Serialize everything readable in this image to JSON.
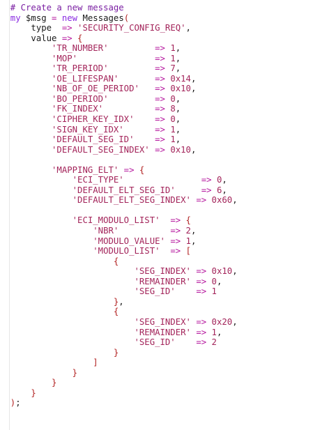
{
  "editor": {
    "background": "#ffffff",
    "colors": {
      "comment": "#7a1fa2",
      "keyword": "#8a2be2",
      "operator": "#b5179e",
      "string": "#a3245a",
      "bracket": "#b22222",
      "plain": "#1a1a1a"
    },
    "lines": [
      [
        {
          "c": "comment",
          "t": "  # Create a new message"
        }
      ],
      [
        {
          "c": "keyword",
          "t": "  my "
        },
        {
          "c": "var",
          "t": "$msg"
        },
        {
          "c": "op",
          "t": " = "
        },
        {
          "c": "keyword",
          "t": "new"
        },
        {
          "c": "plain",
          "t": " Messages"
        },
        {
          "c": "bracket",
          "t": "("
        }
      ],
      [
        {
          "c": "plain",
          "t": "      type  "
        },
        {
          "c": "op",
          "t": "=>"
        },
        {
          "c": "string",
          "t": " 'SECURITY_CONFIG_REQ'"
        },
        {
          "c": "plain",
          "t": ","
        }
      ],
      [
        {
          "c": "plain",
          "t": "      value "
        },
        {
          "c": "op",
          "t": "=>"
        },
        {
          "c": "bracket",
          "t": " {"
        }
      ],
      [
        {
          "c": "string",
          "t": "          'TR_NUMBER'"
        },
        {
          "c": "plain",
          "t": "         "
        },
        {
          "c": "op",
          "t": "=>"
        },
        {
          "c": "number",
          "t": " 1"
        },
        {
          "c": "plain",
          "t": ","
        }
      ],
      [
        {
          "c": "string",
          "t": "          'MOP'"
        },
        {
          "c": "plain",
          "t": "               "
        },
        {
          "c": "op",
          "t": "=>"
        },
        {
          "c": "number",
          "t": " 1"
        },
        {
          "c": "plain",
          "t": ","
        }
      ],
      [
        {
          "c": "string",
          "t": "          'TR_PERIOD'"
        },
        {
          "c": "plain",
          "t": "         "
        },
        {
          "c": "op",
          "t": "=>"
        },
        {
          "c": "number",
          "t": " 7"
        },
        {
          "c": "plain",
          "t": ","
        }
      ],
      [
        {
          "c": "string",
          "t": "          'OE_LIFESPAN'"
        },
        {
          "c": "plain",
          "t": "       "
        },
        {
          "c": "op",
          "t": "=>"
        },
        {
          "c": "number",
          "t": " 0x14"
        },
        {
          "c": "plain",
          "t": ","
        }
      ],
      [
        {
          "c": "string",
          "t": "          'NB_OF_OE_PERIOD'"
        },
        {
          "c": "plain",
          "t": "   "
        },
        {
          "c": "op",
          "t": "=>"
        },
        {
          "c": "number",
          "t": " 0x10"
        },
        {
          "c": "plain",
          "t": ","
        }
      ],
      [
        {
          "c": "string",
          "t": "          'BO_PERIOD'"
        },
        {
          "c": "plain",
          "t": "         "
        },
        {
          "c": "op",
          "t": "=>"
        },
        {
          "c": "number",
          "t": " 0"
        },
        {
          "c": "plain",
          "t": ","
        }
      ],
      [
        {
          "c": "string",
          "t": "          'FK_INDEX'"
        },
        {
          "c": "plain",
          "t": "          "
        },
        {
          "c": "op",
          "t": "=>"
        },
        {
          "c": "number",
          "t": " 8"
        },
        {
          "c": "plain",
          "t": ","
        }
      ],
      [
        {
          "c": "string",
          "t": "          'CIPHER_KEY_IDX'"
        },
        {
          "c": "plain",
          "t": "    "
        },
        {
          "c": "op",
          "t": "=>"
        },
        {
          "c": "number",
          "t": " 0"
        },
        {
          "c": "plain",
          "t": ","
        }
      ],
      [
        {
          "c": "string",
          "t": "          'SIGN_KEY_IDX'"
        },
        {
          "c": "plain",
          "t": "      "
        },
        {
          "c": "op",
          "t": "=>"
        },
        {
          "c": "number",
          "t": " 1"
        },
        {
          "c": "plain",
          "t": ","
        }
      ],
      [
        {
          "c": "string",
          "t": "          'DEFAULT_SEG_ID'"
        },
        {
          "c": "plain",
          "t": "    "
        },
        {
          "c": "op",
          "t": "=>"
        },
        {
          "c": "number",
          "t": " 1"
        },
        {
          "c": "plain",
          "t": ","
        }
      ],
      [
        {
          "c": "string",
          "t": "          'DEFAULT_SEG_INDEX'"
        },
        {
          "c": "plain",
          "t": " "
        },
        {
          "c": "op",
          "t": "=>"
        },
        {
          "c": "number",
          "t": " 0x10"
        },
        {
          "c": "plain",
          "t": ","
        }
      ],
      [
        {
          "c": "plain",
          "t": ""
        }
      ],
      [
        {
          "c": "string",
          "t": "          'MAPPING_ELT'"
        },
        {
          "c": "op",
          "t": " =>"
        },
        {
          "c": "bracket",
          "t": " {"
        }
      ],
      [
        {
          "c": "string",
          "t": "              'ECI_TYPE'"
        },
        {
          "c": "plain",
          "t": "               "
        },
        {
          "c": "op",
          "t": "=>"
        },
        {
          "c": "number",
          "t": " 0"
        },
        {
          "c": "plain",
          "t": ","
        }
      ],
      [
        {
          "c": "string",
          "t": "              'DEFAULT_ELT_SEG_ID'"
        },
        {
          "c": "plain",
          "t": "     "
        },
        {
          "c": "op",
          "t": "=>"
        },
        {
          "c": "number",
          "t": " 6"
        },
        {
          "c": "plain",
          "t": ","
        }
      ],
      [
        {
          "c": "string",
          "t": "              'DEFAULT_ELT_SEG_INDEX'"
        },
        {
          "c": "plain",
          "t": " "
        },
        {
          "c": "op",
          "t": "=>"
        },
        {
          "c": "number",
          "t": " 0x60"
        },
        {
          "c": "plain",
          "t": ","
        }
      ],
      [
        {
          "c": "plain",
          "t": ""
        }
      ],
      [
        {
          "c": "string",
          "t": "              'ECI_MODULO_LIST'"
        },
        {
          "c": "op",
          "t": "  =>"
        },
        {
          "c": "bracket",
          "t": " {"
        }
      ],
      [
        {
          "c": "string",
          "t": "                  'NBR'"
        },
        {
          "c": "plain",
          "t": "          "
        },
        {
          "c": "op",
          "t": "=>"
        },
        {
          "c": "number",
          "t": " 2"
        },
        {
          "c": "plain",
          "t": ","
        }
      ],
      [
        {
          "c": "string",
          "t": "                  'MODULO_VALUE'"
        },
        {
          "c": "plain",
          "t": " "
        },
        {
          "c": "op",
          "t": "=>"
        },
        {
          "c": "number",
          "t": " 1"
        },
        {
          "c": "plain",
          "t": ","
        }
      ],
      [
        {
          "c": "string",
          "t": "                  'MODULO_LIST'"
        },
        {
          "c": "plain",
          "t": "  "
        },
        {
          "c": "op",
          "t": "=>"
        },
        {
          "c": "bracket",
          "t": " ["
        }
      ],
      [
        {
          "c": "bracket",
          "t": "                      {"
        }
      ],
      [
        {
          "c": "string",
          "t": "                          'SEG_INDEX'"
        },
        {
          "c": "op",
          "t": " =>"
        },
        {
          "c": "number",
          "t": " 0x10"
        },
        {
          "c": "plain",
          "t": ","
        }
      ],
      [
        {
          "c": "string",
          "t": "                          'REMAINDER'"
        },
        {
          "c": "op",
          "t": " =>"
        },
        {
          "c": "number",
          "t": " 0"
        },
        {
          "c": "plain",
          "t": ","
        }
      ],
      [
        {
          "c": "string",
          "t": "                          'SEG_ID'"
        },
        {
          "c": "plain",
          "t": "    "
        },
        {
          "c": "op",
          "t": "=>"
        },
        {
          "c": "number",
          "t": " 1"
        }
      ],
      [
        {
          "c": "bracket",
          "t": "                      }"
        },
        {
          "c": "plain",
          "t": ","
        }
      ],
      [
        {
          "c": "bracket",
          "t": "                      {"
        }
      ],
      [
        {
          "c": "string",
          "t": "                          'SEG_INDEX'"
        },
        {
          "c": "op",
          "t": " =>"
        },
        {
          "c": "number",
          "t": " 0x20"
        },
        {
          "c": "plain",
          "t": ","
        }
      ],
      [
        {
          "c": "string",
          "t": "                          'REMAINDER'"
        },
        {
          "c": "op",
          "t": " =>"
        },
        {
          "c": "number",
          "t": " 1"
        },
        {
          "c": "plain",
          "t": ","
        }
      ],
      [
        {
          "c": "string",
          "t": "                          'SEG_ID'"
        },
        {
          "c": "plain",
          "t": "    "
        },
        {
          "c": "op",
          "t": "=>"
        },
        {
          "c": "number",
          "t": " 2"
        }
      ],
      [
        {
          "c": "bracket",
          "t": "                      }"
        }
      ],
      [
        {
          "c": "bracket",
          "t": "                  ]"
        }
      ],
      [
        {
          "c": "bracket",
          "t": "              }"
        }
      ],
      [
        {
          "c": "bracket",
          "t": "          }"
        }
      ],
      [
        {
          "c": "bracket",
          "t": "      }"
        }
      ],
      [
        {
          "c": "bracket",
          "t": "  )"
        },
        {
          "c": "plain",
          "t": ";"
        }
      ]
    ]
  }
}
